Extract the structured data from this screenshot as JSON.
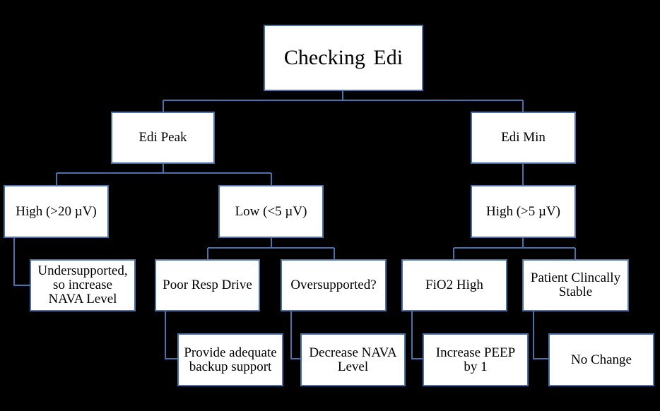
{
  "root": {
    "label": "Checking  Edi"
  },
  "level1": {
    "edi_peak": "Edi Peak",
    "edi_min": "Edi Min"
  },
  "level2": {
    "high_peak": "High (>20 µV)",
    "low_peak": "Low (<5 µV)",
    "high_min": "High (>5 µV)"
  },
  "level3": {
    "undersupported": "Undersupported,\nso increase\nNAVA Level",
    "poor_resp_drive": "Poor Resp Drive",
    "oversupported": "Oversupported?",
    "fio2_high": "FiO2 High",
    "patient_stable": "Patient Clincally\nStable"
  },
  "level4": {
    "backup_support": "Provide adequate\nbackup support",
    "decrease_nava": "Decrease  NAVA\nLevel",
    "increase_peep": "Increase  PEEP\nby  1",
    "no_change": "No Change"
  },
  "colors": {
    "background": "#000000",
    "box_fill": "#ffffff",
    "box_border": "#4a72a8",
    "connector": "#4a72a8",
    "text": "#000000"
  }
}
